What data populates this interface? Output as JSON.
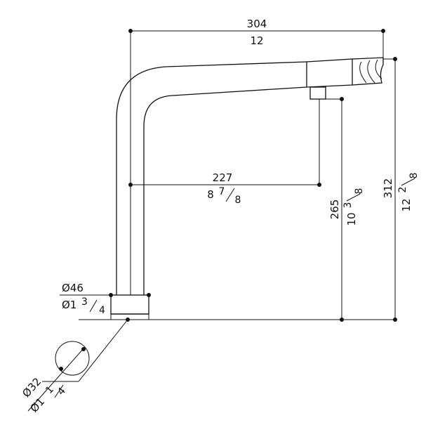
{
  "dimensions": {
    "overall_width": {
      "mm": "304",
      "inch": "12"
    },
    "spout_reach": {
      "mm": "227",
      "inch_whole": "8",
      "inch_num": "7",
      "inch_den": "8"
    },
    "outlet_height": {
      "mm": "265",
      "inch_whole": "10",
      "inch_num": "3",
      "inch_den": "8"
    },
    "overall_height": {
      "mm": "312",
      "inch_whole": "12",
      "inch_num": "2",
      "inch_den": "8"
    },
    "base_diameter": {
      "mm": "Ø46",
      "inch_whole": "Ø1",
      "inch_num": "3",
      "inch_den": "4"
    },
    "hole_diameter": {
      "mm": "Ø32",
      "inch_whole": "Ø1",
      "inch_num": "1",
      "inch_den": "4"
    }
  },
  "colors": {
    "ink": "#111111",
    "background": "#ffffff"
  }
}
